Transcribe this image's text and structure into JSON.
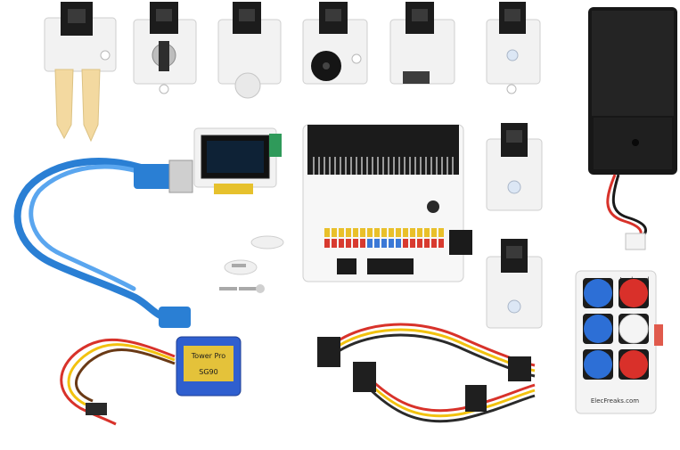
{
  "image": {
    "background": "#ffffff"
  },
  "labels": {
    "servo_brand": "Tower Pro",
    "servo_model": "SG90",
    "gamepad_title": "Joy board",
    "gamepad_footer": "ElecFreaks.com"
  },
  "colors": {
    "module_board": "#f2f2f2",
    "grove_socket": "#1c1c1c",
    "usb_cable": "#2a7fd4",
    "servo_body": "#2f5fcf",
    "battery_box": "#171717",
    "button_blue": "#2d6fd6",
    "button_red": "#d9302a",
    "wire_red": "#d8322a",
    "wire_yellow": "#f2c20f",
    "wire_black": "#2a2a2a"
  }
}
